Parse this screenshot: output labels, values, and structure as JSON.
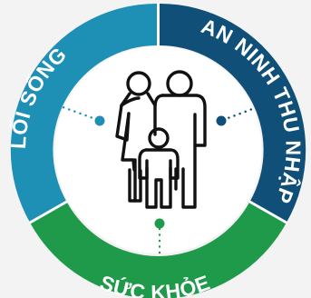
{
  "diagram": {
    "center_icon": "family-icon",
    "segments": [
      {
        "id": "lifestyle",
        "label": "LỐI SỐNG",
        "color": "#1e8fb5"
      },
      {
        "id": "income",
        "label": "AN NINH THU NHẬP",
        "color": "#0f4f78"
      },
      {
        "id": "health",
        "label": "SỨC KHỎE",
        "color": "#1f9a4a"
      }
    ],
    "background_color": "#f3f3f3",
    "inner_fill": "#ffffff",
    "icon_color": "#111111"
  }
}
